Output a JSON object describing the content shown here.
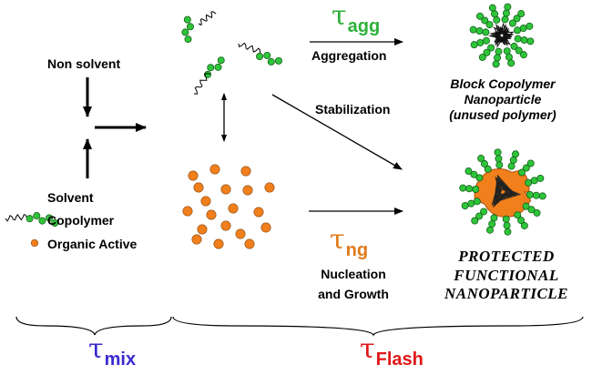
{
  "labels": {
    "non_solvent": "Non solvent",
    "solvent": "Solvent",
    "copolymer": "Copolymer",
    "organic_active": "Organic Active",
    "aggregation": "Aggregation",
    "stabilization": "Stabilization",
    "nucleation": "Nucleation",
    "and_growth": "and Growth"
  },
  "tau": {
    "symbol": "τ",
    "agg": "agg",
    "ng": "ng",
    "mix": "mix",
    "flash": "Flash"
  },
  "products": {
    "block_line1": "Block Copolymer",
    "block_line2": "Nanoparticle",
    "block_line3": "(unused polymer)",
    "protected_line1": "PROTECTED",
    "protected_line2": "FUNCTIONAL",
    "protected_line3": "NANOPARTICLE"
  },
  "colors": {
    "green_bead": "#2fc53a",
    "orange_active": "#f07f1c",
    "tau_agg": "#2fb03a",
    "tau_ng": "#e07a1a",
    "tau_mix": "#3a2ad0",
    "tau_flash": "#e01818"
  }
}
